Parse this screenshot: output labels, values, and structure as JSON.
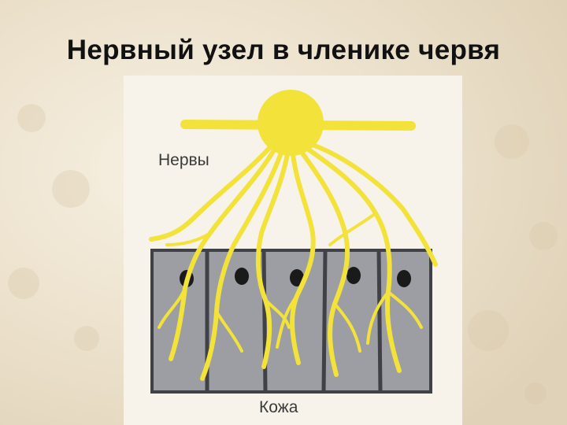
{
  "title": "Нервный узел в членике червя",
  "labels": {
    "nerves": "Нервы",
    "skin": "Кожа"
  },
  "colors": {
    "nerve_yellow": "#f2e23a",
    "skin_cell": "#9c9ea3",
    "cell_border": "#3f4146",
    "nucleus": "#1a1a1a",
    "background": "#efe6d4"
  },
  "skin_cells_count": 5
}
